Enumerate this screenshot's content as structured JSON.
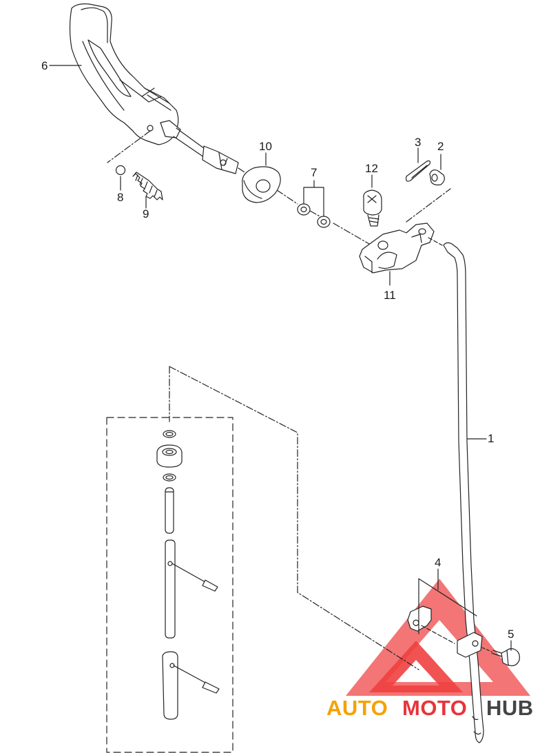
{
  "callouts": {
    "c1": "1",
    "c2": "2",
    "c3": "3",
    "c4": "4",
    "c5": "5",
    "c6": "6",
    "c7": "7",
    "c8": "8",
    "c9": "9",
    "c10": "10",
    "c11": "11",
    "c12": "12"
  },
  "watermark": {
    "part_a": "AUTO",
    "part_b": "MOTO",
    "part_c": "HUB",
    "color_a": "#f6a100",
    "color_b": "#e8343a",
    "color_c": "#444444",
    "triangle_color": "#ef4040"
  }
}
